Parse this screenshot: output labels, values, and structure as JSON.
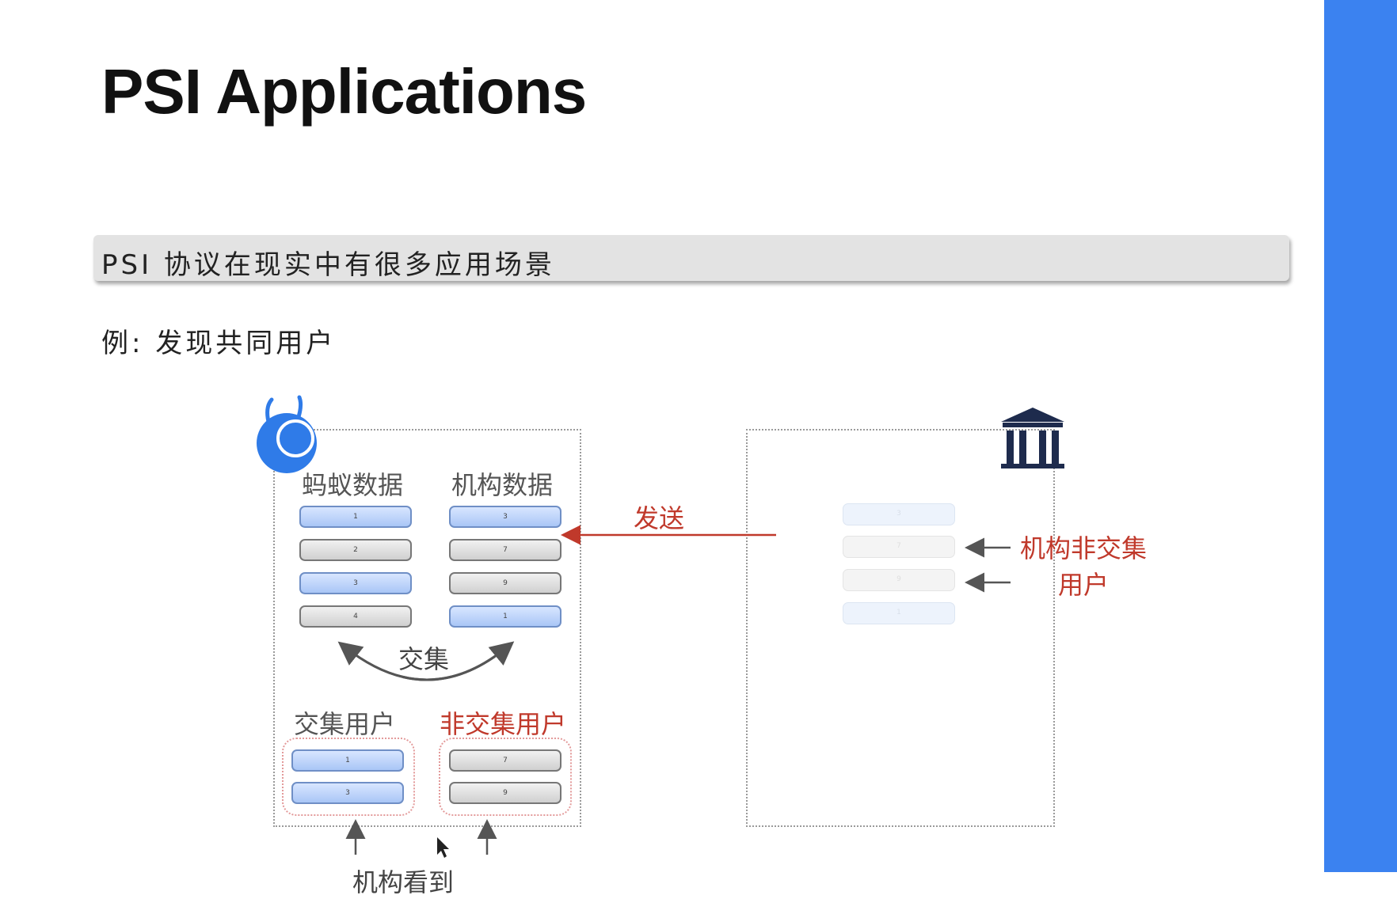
{
  "slide": {
    "title": "PSI Applications",
    "banner": "PSI 协议在现实中有很多应用场景",
    "example": "例: 发现共同用户",
    "accent_color": "#3b82f0"
  },
  "diagram": {
    "left_party": {
      "icon": "ant-logo-icon",
      "col1_label": "蚂蚁数据",
      "col2_label": "机构数据",
      "col1_records": [
        {
          "id": "1",
          "color": "blue"
        },
        {
          "id": "2",
          "color": "gray"
        },
        {
          "id": "3",
          "color": "blue"
        },
        {
          "id": "4",
          "color": "gray"
        }
      ],
      "col2_records": [
        {
          "id": "3",
          "color": "blue"
        },
        {
          "id": "7",
          "color": "gray"
        },
        {
          "id": "9",
          "color": "gray"
        },
        {
          "id": "1",
          "color": "blue"
        }
      ],
      "intersect_label": "交集",
      "intersect_users_label": "交集用户",
      "nonintersect_users_label": "非交集用户",
      "intersect_users": [
        "1",
        "3"
      ],
      "nonintersect_users": [
        "7",
        "9"
      ]
    },
    "right_party": {
      "icon": "bank-building-icon",
      "records": [
        {
          "id": "3",
          "color": "blue"
        },
        {
          "id": "7",
          "color": "gray"
        },
        {
          "id": "9",
          "color": "gray"
        },
        {
          "id": "1",
          "color": "blue"
        }
      ],
      "nonintersect_label_line1": "机构非交集",
      "nonintersect_label_line2": "用户"
    },
    "send_label": "发送",
    "bottom_text": "机构看到"
  }
}
